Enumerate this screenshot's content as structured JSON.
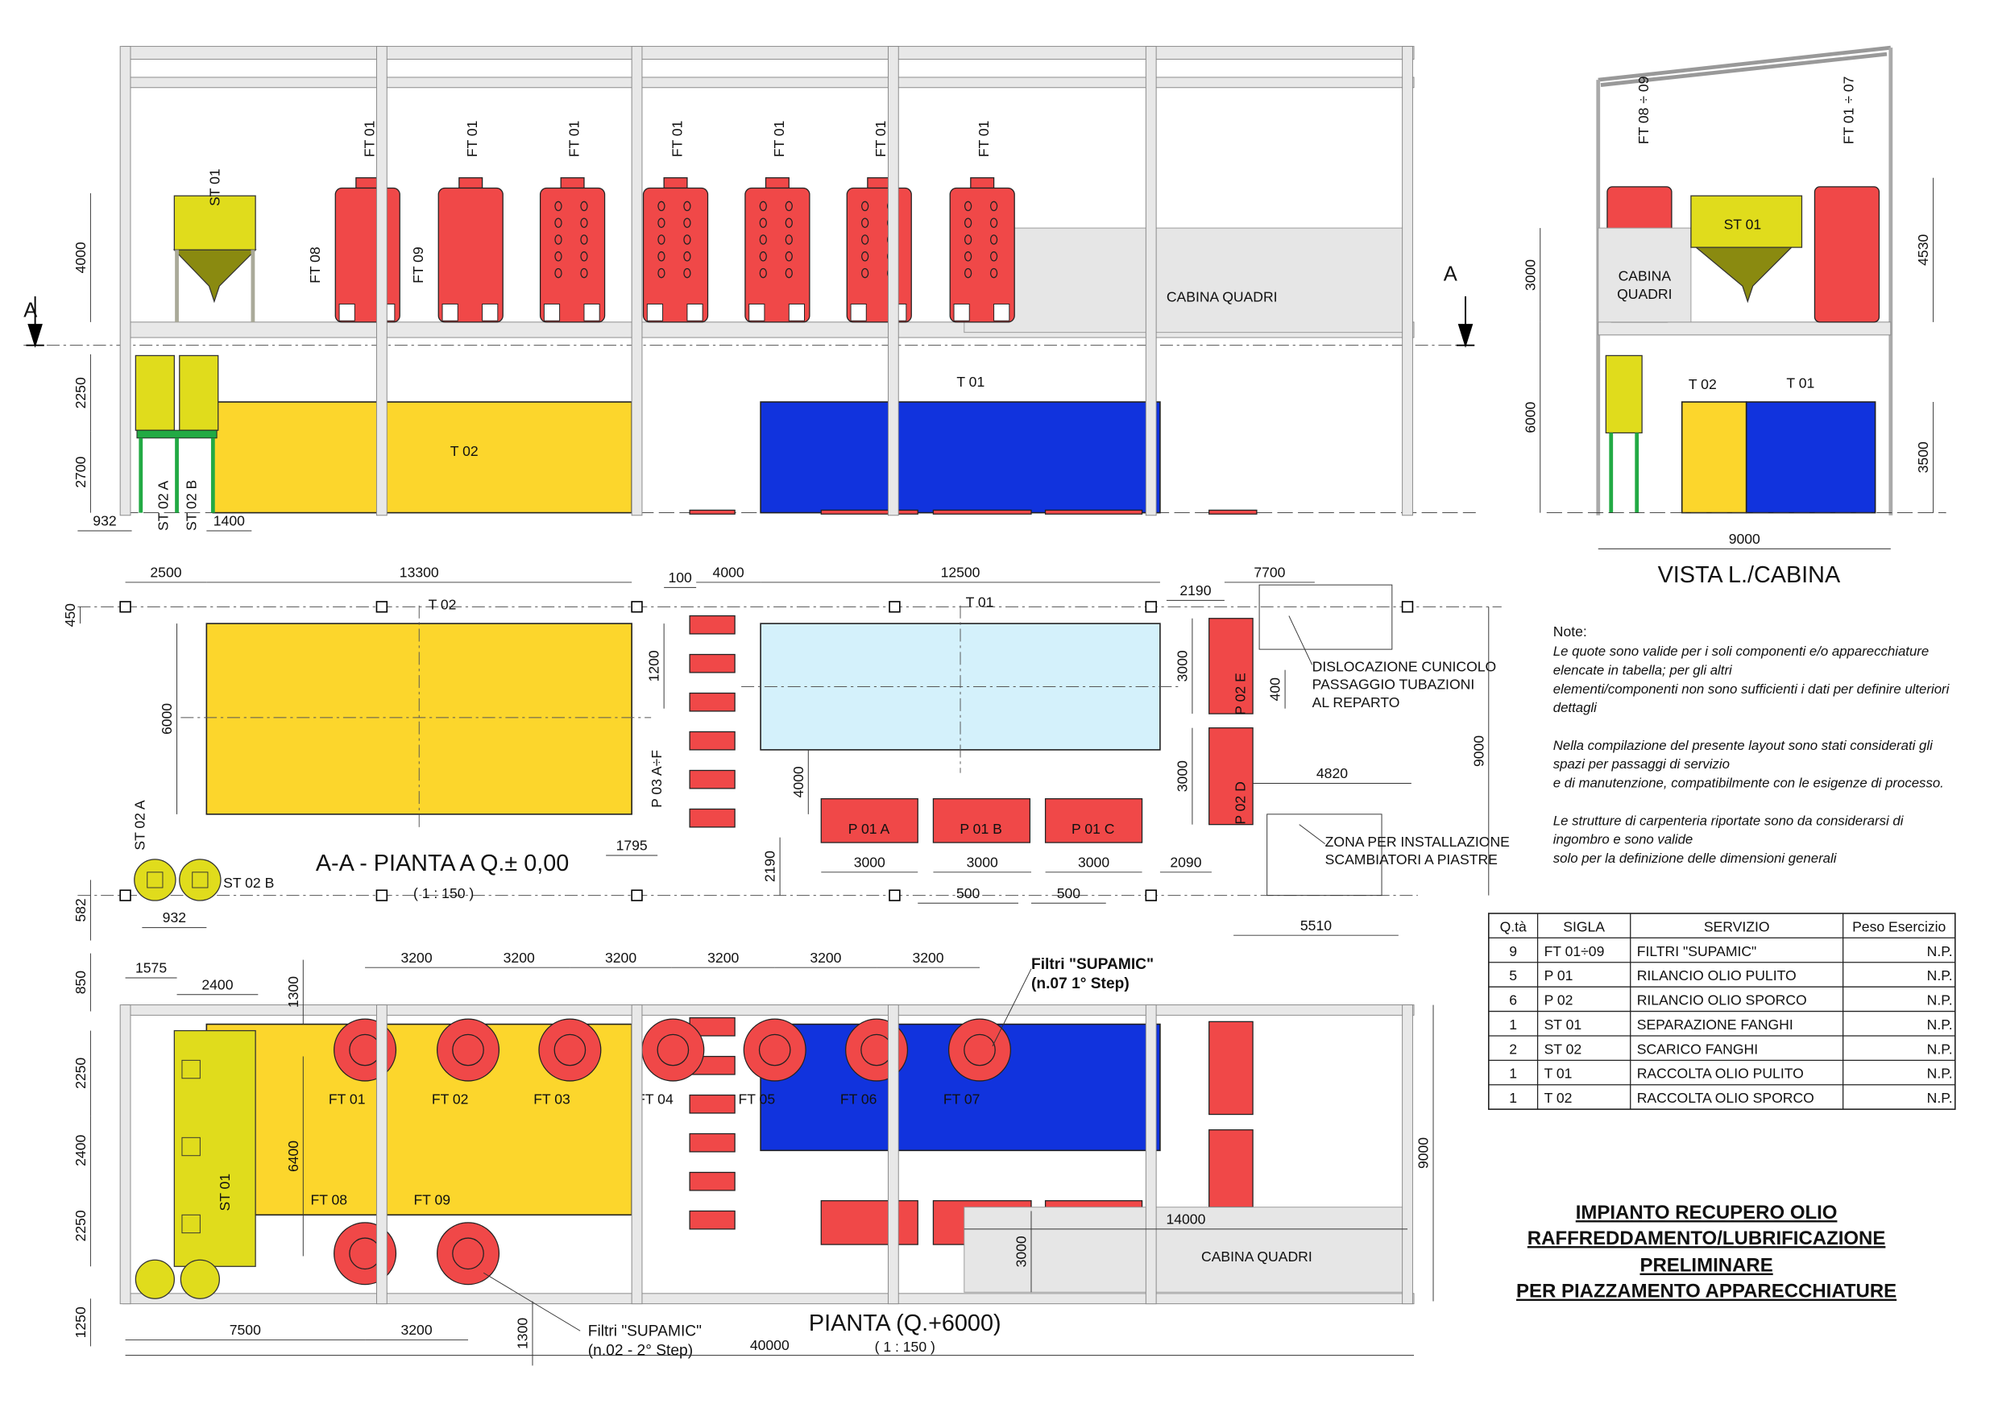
{
  "elevation": {
    "section_mark_left": "A",
    "section_mark_right": "A",
    "filter_tags": [
      "FT 01",
      "FT 01",
      "FT 01",
      "FT 01",
      "FT 01",
      "FT 01",
      "FT 01"
    ],
    "ft08": "FT 08",
    "ft09": "FT 09",
    "st01": "ST 01",
    "cabina": "CABINA QUADRI",
    "t01": "T 01",
    "t02": "T 02",
    "st02a": "ST 02 A",
    "st02b": "ST 02 B",
    "dims": {
      "h4000": "4000",
      "h2250": "2250",
      "h2700": "2700",
      "w932": "932",
      "w1400": "1400"
    }
  },
  "side_view": {
    "title": "VISTA L./CABINA",
    "ft_left": "FT 08 ÷ 09",
    "ft_right": "FT 01 ÷ 07",
    "st01": "ST 01",
    "cabina_line1": "CABINA",
    "cabina_line2": "QUADRI",
    "t02": "T 02",
    "t01": "T 01",
    "dims": {
      "h3000": "3000",
      "h6000": "6000",
      "h4530": "4530",
      "h3500": "3500",
      "w9000": "9000"
    }
  },
  "plan_ground": {
    "title": "A-A - PIANTA A Q.± 0,00",
    "scale": "( 1 : 150 )",
    "t02": "T 02",
    "t01": "T 01",
    "p03": "P 03 A÷F",
    "p01": [
      "P 01 A",
      "P 01 B",
      "P 01 C"
    ],
    "p02e": "P 02 E",
    "p02d": "P 02 D",
    "st02a": "ST 02 A",
    "st02b": "ST 02 B",
    "note_cunicolo": [
      "DISLOCAZIONE CUNICOLO",
      "PASSAGGIO TUBAZIONI",
      "AL REPARTO"
    ],
    "note_zona": [
      "ZONA PER INSTALLAZIONE",
      "SCAMBIATORI A PIASTRE"
    ],
    "dims": {
      "w2500": "2500",
      "w13300": "13300",
      "w100": "100",
      "w4000": "4000",
      "w12500": "12500",
      "w2190a": "2190",
      "w7700": "7700",
      "h450": "450",
      "h6000": "6000",
      "h1200": "1200",
      "h3000a": "3000",
      "h400": "400",
      "h3000b": "3000",
      "h4000": "4000",
      "w4820": "4820",
      "h9000": "9000",
      "w1795": "1795",
      "h2190": "2190",
      "w3000a": "3000",
      "w3000b": "3000",
      "w3000c": "3000",
      "w2090": "2090",
      "w500a": "500",
      "w500b": "500",
      "w5510": "5510",
      "h582": "582",
      "w932": "932"
    }
  },
  "plan_upper": {
    "title": "PIANTA (Q.+6000)",
    "scale": "( 1 : 150 )",
    "filters_top": [
      "FT 01",
      "FT 02",
      "FT 03",
      "FT 04",
      "FT 05",
      "FT 06",
      "FT 07"
    ],
    "filters_bottom": [
      "FT 08",
      "FT 09"
    ],
    "st01": "ST 01",
    "cabina": "CABINA QUADRI",
    "callout_top": [
      "Filtri \"SUPAMIC\"",
      "(n.07 1° Step)"
    ],
    "callout_bottom": [
      "Filtri \"SUPAMIC\"",
      "(n.02 - 2° Step)"
    ],
    "dims": {
      "s1": "3200",
      "s2": "3200",
      "s3": "3200",
      "s4": "3200",
      "s5": "3200",
      "s6": "3200",
      "w1575": "1575",
      "w2400": "2400",
      "h850": "850",
      "h1300a": "1300",
      "h2250a": "2250",
      "h2400": "2400",
      "h2250b": "2250",
      "h1250": "1250",
      "h6400": "6400",
      "h9000": "9000",
      "w7500": "7500",
      "w3200": "3200",
      "h1300b": "1300",
      "w40000": "40000",
      "w14000": "14000",
      "h3000": "3000"
    }
  },
  "notes": {
    "heading": "Note:",
    "lines": [
      "Le quote sono valide per i soli componenti e/o apparecchiature",
      "elencate in tabella; per gli altri",
      "elementi/componenti non sono sufficienti i dati per definire ulteriori",
      "dettagli",
      "",
      "Nella compilazione del presente layout sono stati considerati gli",
      "spazi per passaggi di servizio",
      "e di manutenzione, compatibilmente con le esigenze di processo.",
      "",
      "Le strutture di carpenteria riportate sono da considerarsi di",
      "ingombro e sono valide",
      "solo per la definizione delle dimensioni generali"
    ]
  },
  "table": {
    "headers": [
      "Q.tà",
      "SIGLA",
      "SERVIZIO",
      "Peso Esercizio"
    ],
    "rows": [
      [
        "9",
        "FT 01÷09",
        "FILTRI \"SUPAMIC\"",
        "N.P."
      ],
      [
        "5",
        "P 01",
        "RILANCIO OLIO PULITO",
        "N.P."
      ],
      [
        "6",
        "P 02",
        "RILANCIO OLIO SPORCO",
        "N.P."
      ],
      [
        "1",
        "ST 01",
        "SEPARAZIONE FANGHI",
        "N.P."
      ],
      [
        "2",
        "ST 02",
        "SCARICO FANGHI",
        "N.P."
      ],
      [
        "1",
        "T 01",
        "RACCOLTA OLIO PULITO",
        "N.P."
      ],
      [
        "1",
        "T 02",
        "RACCOLTA OLIO SPORCO",
        "N.P."
      ]
    ]
  },
  "title_block": {
    "lines": [
      "IMPIANTO RECUPERO OLIO",
      "RAFFREDDAMENTO/LUBRIFICAZIONE",
      "PRELIMINARE",
      "PER PIAZZAMENTO APPARECCHIATURE"
    ]
  },
  "colors": {
    "filter": "#f04848",
    "dirty_tank": "#fcd62c",
    "clean_tank": "#1133dd",
    "clean_tank_plan": "#d4f1fb",
    "silo": "#e0dc1c",
    "stand": "#22aa44",
    "cabinet": "#e6e6e6"
  }
}
